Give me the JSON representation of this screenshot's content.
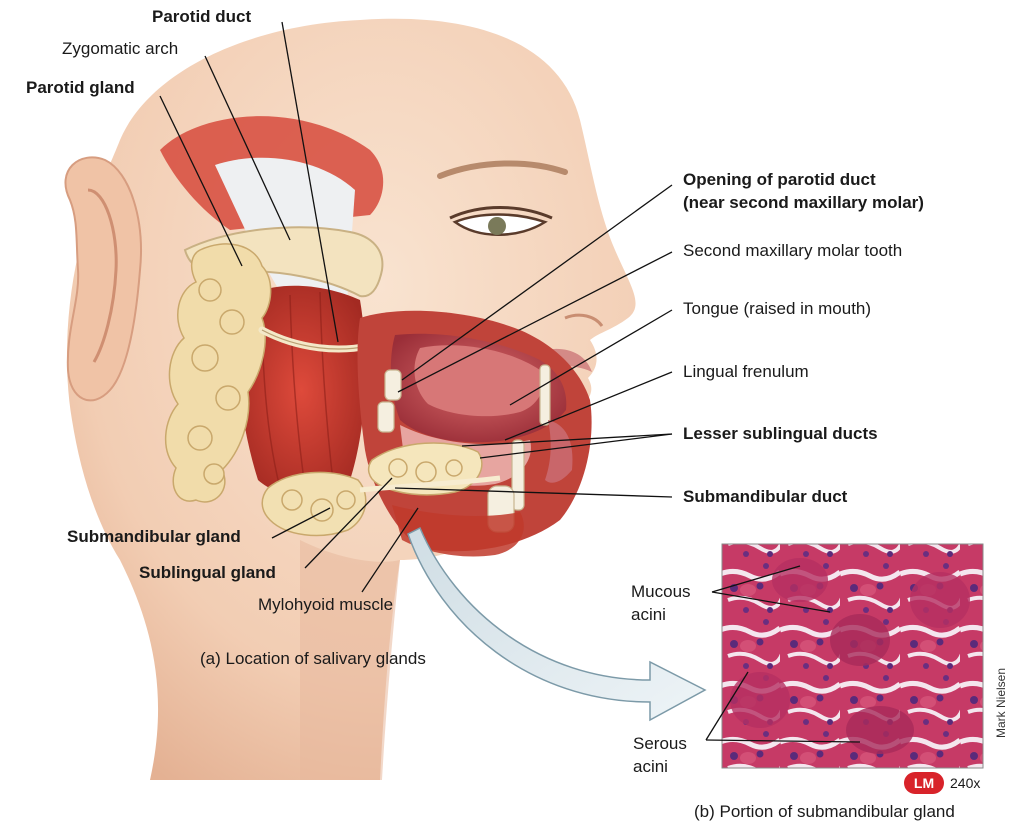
{
  "labels": {
    "parotid_duct": "Parotid duct",
    "zygomatic_arch": "Zygomatic arch",
    "parotid_gland": "Parotid gland",
    "opening_of_parotid_duct_line1": "Opening of parotid duct",
    "opening_of_parotid_duct_line2": "(near second maxillary molar)",
    "second_maxillary_molar_tooth": "Second maxillary molar tooth",
    "tongue": "Tongue (raised in mouth)",
    "lingual_frenulum": "Lingual frenulum",
    "lesser_sublingual_ducts": "Lesser sublingual ducts",
    "submandibular_duct": "Submandibular duct",
    "submandibular_gland": "Submandibular gland",
    "sublingual_gland": "Sublingual gland",
    "mylohyoid_muscle": "Mylohyoid muscle",
    "mucous_acini_line1": "Mucous",
    "mucous_acini_line2": "acini",
    "serous_acini_line1": "Serous",
    "serous_acini_line2": "acini"
  },
  "captions": {
    "part_a": "(a) Location of salivary glands",
    "part_b": "(b) Portion of submandibular gland"
  },
  "micrograph": {
    "badge": "LM",
    "magnification": "240x",
    "credit": "Mark Nielsen"
  },
  "colors": {
    "skin": "#f4d2b8",
    "muscle": "#c8372c",
    "gland": "#f1dcaa",
    "mouth": "#b8424a",
    "stain": "#c23a64",
    "badge": "#d8232a",
    "arrow": "#dfeaef"
  }
}
